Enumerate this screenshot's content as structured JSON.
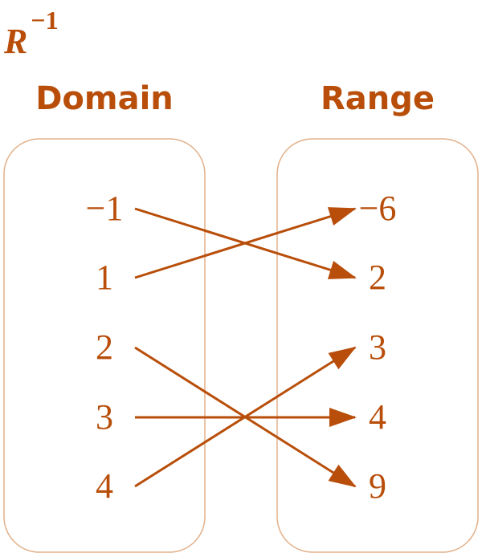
{
  "title": {
    "symbol": "R",
    "superscript": "−1"
  },
  "headings": {
    "domain": "Domain",
    "range": "Range"
  },
  "domain_values": [
    "−1",
    "1",
    "2",
    "3",
    "4"
  ],
  "range_values": [
    "−6",
    "2",
    "3",
    "4",
    "9"
  ],
  "mappings": [
    {
      "from": "−1",
      "to": "2"
    },
    {
      "from": "1",
      "to": "−6"
    },
    {
      "from": "2",
      "to": "9"
    },
    {
      "from": "3",
      "to": "4"
    },
    {
      "from": "4",
      "to": "3"
    }
  ],
  "colors": {
    "accent": "#b84e0a",
    "box_border": "#e2b089"
  }
}
